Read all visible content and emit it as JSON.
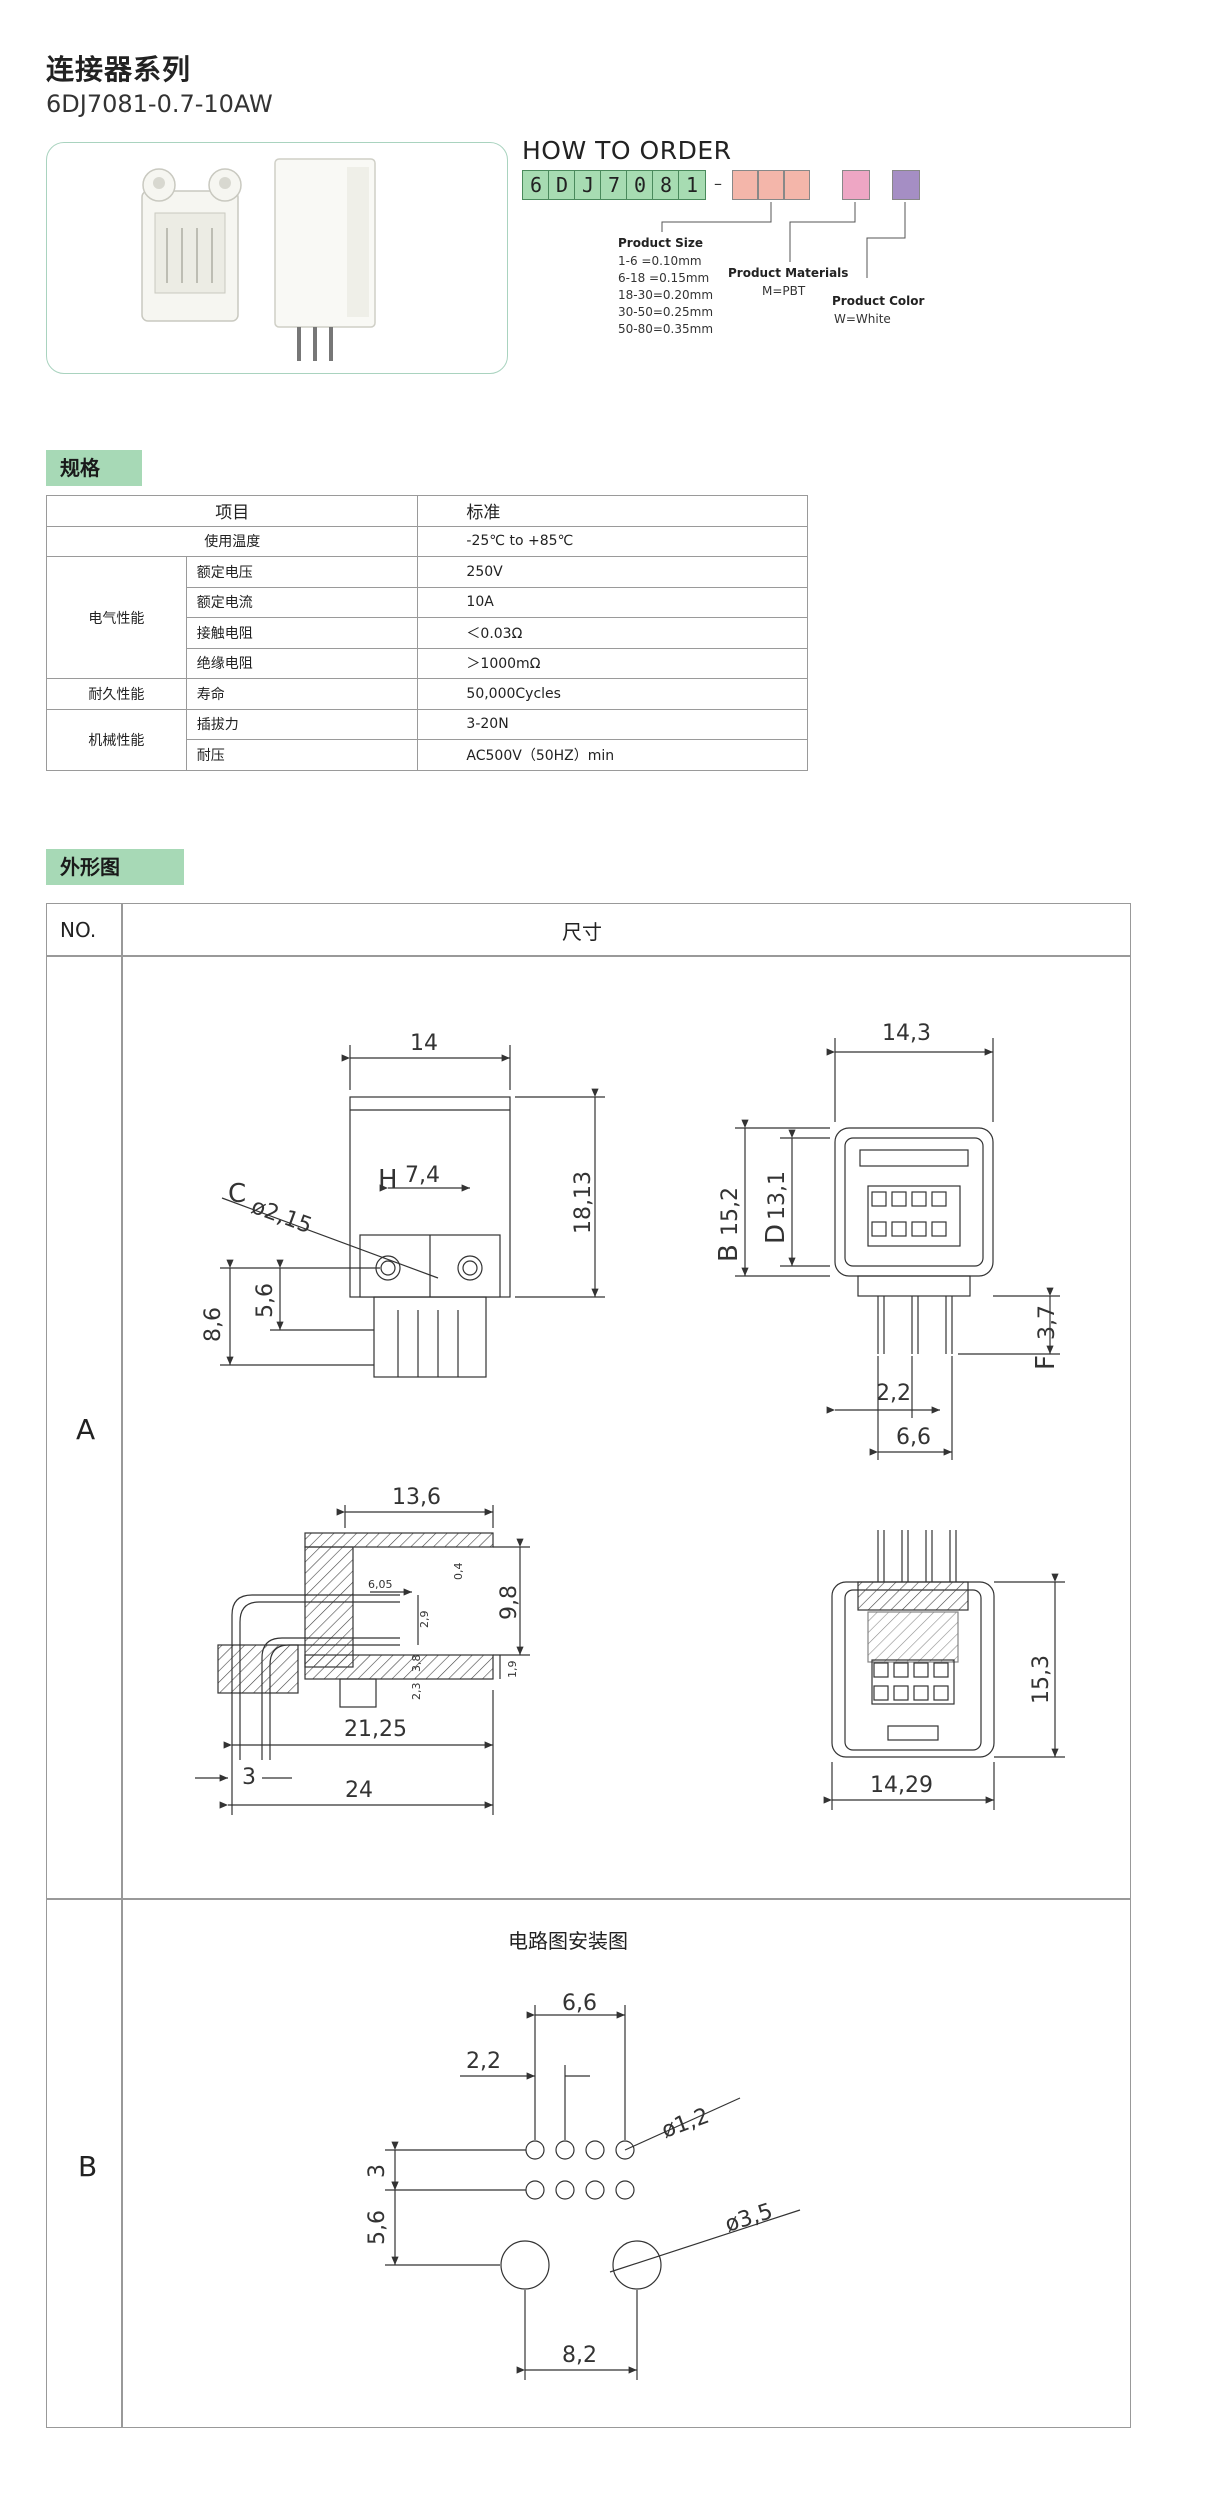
{
  "header": {
    "title": "连接器系列",
    "subtitle": "6DJ7081-0.7-10AW"
  },
  "order": {
    "title": "HOW TO ORDER",
    "code_chars": [
      "6",
      "D",
      "J",
      "7",
      "0",
      "8",
      "1"
    ],
    "dash": "–",
    "size_box_color": "#f4b6aa",
    "material_box_color": "#eea6c4",
    "color_box_color": "#a58ec4",
    "size": {
      "label": "Product Size",
      "options": [
        "1-6    =0.10mm",
        "6-18  =0.15mm",
        "18-30=0.20mm",
        "30-50=0.25mm",
        "50-80=0.35mm"
      ]
    },
    "materials": {
      "label": "Product Materials",
      "value": "M=PBT"
    },
    "color": {
      "label": "Product Color",
      "value": "W=White"
    }
  },
  "spec": {
    "section_title": "规格",
    "header": {
      "item": "项目",
      "standard": "标准"
    },
    "rows": [
      {
        "group": "",
        "item": "使用温度",
        "value": "-25℃ to +85℃"
      },
      {
        "group": "电气性能",
        "item": "额定电压",
        "value": "250V"
      },
      {
        "group": "",
        "item": "额定电流",
        "value": "10A"
      },
      {
        "group": "",
        "item": "接触电阻",
        "value": "＜0.03Ω"
      },
      {
        "group": "",
        "item": "绝缘电阻",
        "value": "＞1000mΩ"
      },
      {
        "group": "耐久性能",
        "item": "寿命",
        "value": "50,000Cycles"
      },
      {
        "group": "机械性能",
        "item": "插拔力",
        "value": "3-20N"
      },
      {
        "group": "",
        "item": "耐压",
        "value": "AC500V（50HZ）min"
      }
    ]
  },
  "outline": {
    "section_title": "外形图",
    "col_no": "NO.",
    "col_dim": "尺寸",
    "row_a_label": "A",
    "row_b_label": "B",
    "pcb_title": "电路图安装图",
    "drawing_a": {
      "side_width": "14",
      "hole_dia": "ø2,15",
      "pitch_h": "7,4",
      "height": "18,13",
      "dim_86": "8,6",
      "dim_56": "5,6",
      "letter_c": "C",
      "letter_h": "H",
      "front_width": "14,3",
      "dim_b": "15,2",
      "dim_d": "13,1",
      "letter_b": "B",
      "letter_d": "D",
      "letter_f": "F",
      "pin_len": "3,7",
      "pin_pitch": "2,2",
      "pin_span": "6,6",
      "sec_width": "13,6",
      "dim_605": "6,05",
      "dim_29": "2,9",
      "dim_04": "0,4",
      "dim_98": "9,8",
      "dim_19": "1,9",
      "dim_23": "2,3",
      "dim_38": "3,8",
      "dim_2125": "21,25",
      "dim_3": "3",
      "dim_24": "24",
      "bottom_height": "15,3",
      "bottom_width": "14,29"
    },
    "drawing_b": {
      "span": "6,6",
      "pitch": "2,2",
      "hole_small": "ø1,2",
      "row_gap": "3",
      "peg_offset": "5,6",
      "peg_dia": "ø3,5",
      "peg_span": "8,2"
    }
  }
}
